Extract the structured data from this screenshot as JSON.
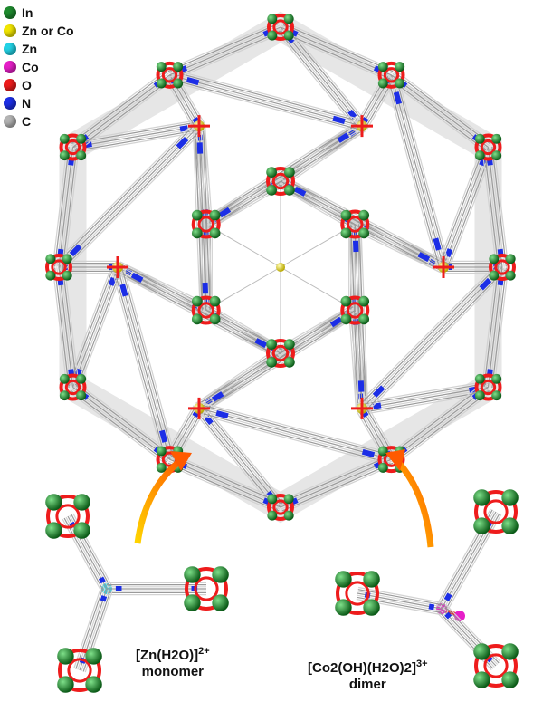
{
  "legend": [
    {
      "label": "In",
      "color": "#1e8a2e"
    },
    {
      "label": "Zn or Co",
      "color": "#f2e600"
    },
    {
      "label": "Zn",
      "color": "#22d3e6"
    },
    {
      "label": "Co",
      "color": "#e61ec8"
    },
    {
      "label": "O",
      "color": "#ee1c1c"
    },
    {
      "label": "N",
      "color": "#1c2ee6"
    },
    {
      "label": "C",
      "color": "#b4b4b4"
    }
  ],
  "captions": {
    "monomer_formula": "[Zn(H2O)]",
    "monomer_charge": "2+",
    "monomer_label": "monomer",
    "dimer_formula": "[Co2(OH)(H2O)2]",
    "dimer_charge": "3+",
    "dimer_label": "dimer"
  }
}
